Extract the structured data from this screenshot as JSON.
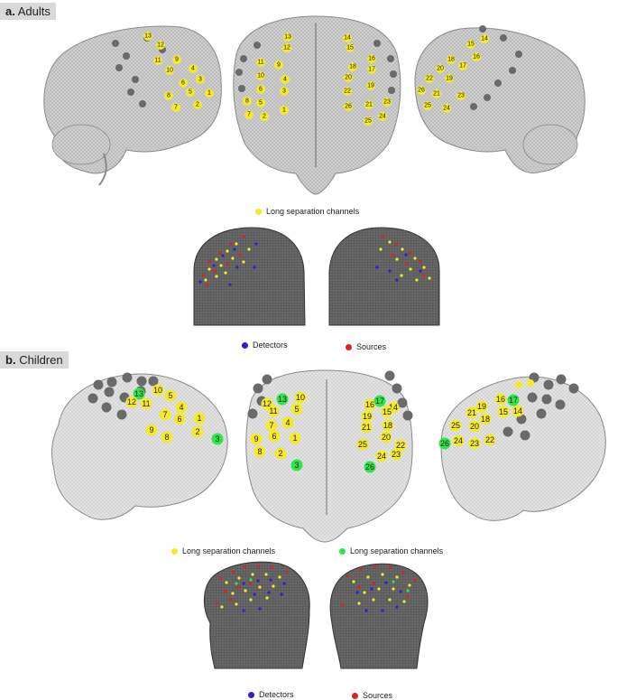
{
  "panels": {
    "a": {
      "prefix": "a.",
      "title": "Adults"
    },
    "b": {
      "prefix": "b.",
      "title": "Children"
    }
  },
  "legend": {
    "adults_long": "Long separation channels",
    "adults_detectors": "Detectors",
    "adults_sources": "Sources",
    "children_long_yellow": "Long separation channels",
    "children_long_green": "Long separation channels",
    "children_detectors": "Detectors",
    "children_sources": "Sources"
  },
  "colors": {
    "channel_yellow": "#f4ea2a",
    "channel_green": "#2ee64a",
    "optode_gray": "#6a6a6a",
    "detector_blue": "#3020d0",
    "source_red": "#e02020",
    "brain_fill": "#c9c9c9",
    "head_fill": "#5a5a5a",
    "label_bg": "#d9d9d9"
  },
  "channels": {
    "adults": {
      "left": [
        "13",
        "12",
        "11",
        "9",
        "10",
        "4",
        "3",
        "6",
        "1",
        "5",
        "8",
        "2",
        "7"
      ],
      "front": [
        "13",
        "12",
        "11",
        "9",
        "10",
        "4",
        "6",
        "3",
        "8",
        "5",
        "7",
        "2",
        "1",
        "14",
        "15",
        "16",
        "18",
        "17",
        "20",
        "22",
        "19",
        "26",
        "23",
        "21",
        "25",
        "24"
      ],
      "right": [
        "15",
        "14",
        "16",
        "18",
        "20",
        "17",
        "19",
        "22",
        "26",
        "21",
        "23",
        "25",
        "24"
      ]
    },
    "children": {
      "left": [
        "13",
        "10",
        "12",
        "11",
        "5",
        "7",
        "4",
        "6",
        "1",
        "9",
        "2",
        "8",
        "3"
      ],
      "front": [
        "12",
        "13",
        "10",
        "11",
        "5",
        "4",
        "9",
        "7",
        "6",
        "1",
        "8",
        "2",
        "3",
        "16",
        "17",
        "14",
        "15",
        "19",
        "21",
        "18",
        "20",
        "25",
        "22",
        "24",
        "23",
        "26"
      ],
      "right": [
        "16",
        "17",
        "19",
        "21",
        "18",
        "15",
        "14",
        "20",
        "25",
        "22",
        "26",
        "24",
        "23"
      ],
      "green": [
        "13",
        "3",
        "17",
        "26"
      ]
    }
  }
}
